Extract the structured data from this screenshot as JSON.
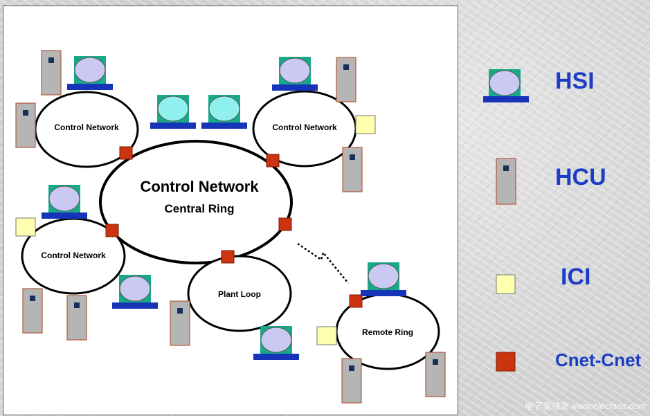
{
  "colors": {
    "hsi_screen": "#c9c9f1",
    "hsi_screen_alt": "#8ff0ee",
    "hsi_monitor_frame": "#19a888",
    "hsi_base": "#1634b8",
    "hcu_body": "#b5b5b5",
    "hcu_border": "#b05a3a",
    "hcu_indicator": "#16305a",
    "ici": "#ffffb0",
    "cnet": "#cc3311",
    "legend_text": "#1c3ec6"
  },
  "diagram": {
    "central_ring": {
      "title": "Control Network",
      "subtitle": "Central Ring"
    },
    "ring_top_left": {
      "label": "Control Network"
    },
    "ring_top_right": {
      "label": "Control Network"
    },
    "ring_left": {
      "label": "Control Network"
    },
    "plant_loop": {
      "label": "Plant Loop"
    },
    "remote_ring": {
      "label": "Remote Ring"
    }
  },
  "legend": [
    {
      "key": "hsi",
      "label": "HSI",
      "icon": "hsi-workstation-icon"
    },
    {
      "key": "hcu",
      "label": "HCU",
      "icon": "hcu-cabinet-icon"
    },
    {
      "key": "ici",
      "label": "ICI",
      "icon": "ici-interface-icon"
    },
    {
      "key": "cnet",
      "label": "Cnet-Cnet",
      "icon": "cnet-interface-icon"
    }
  ],
  "watermark": "电子发烧友 www.elecfans.com"
}
